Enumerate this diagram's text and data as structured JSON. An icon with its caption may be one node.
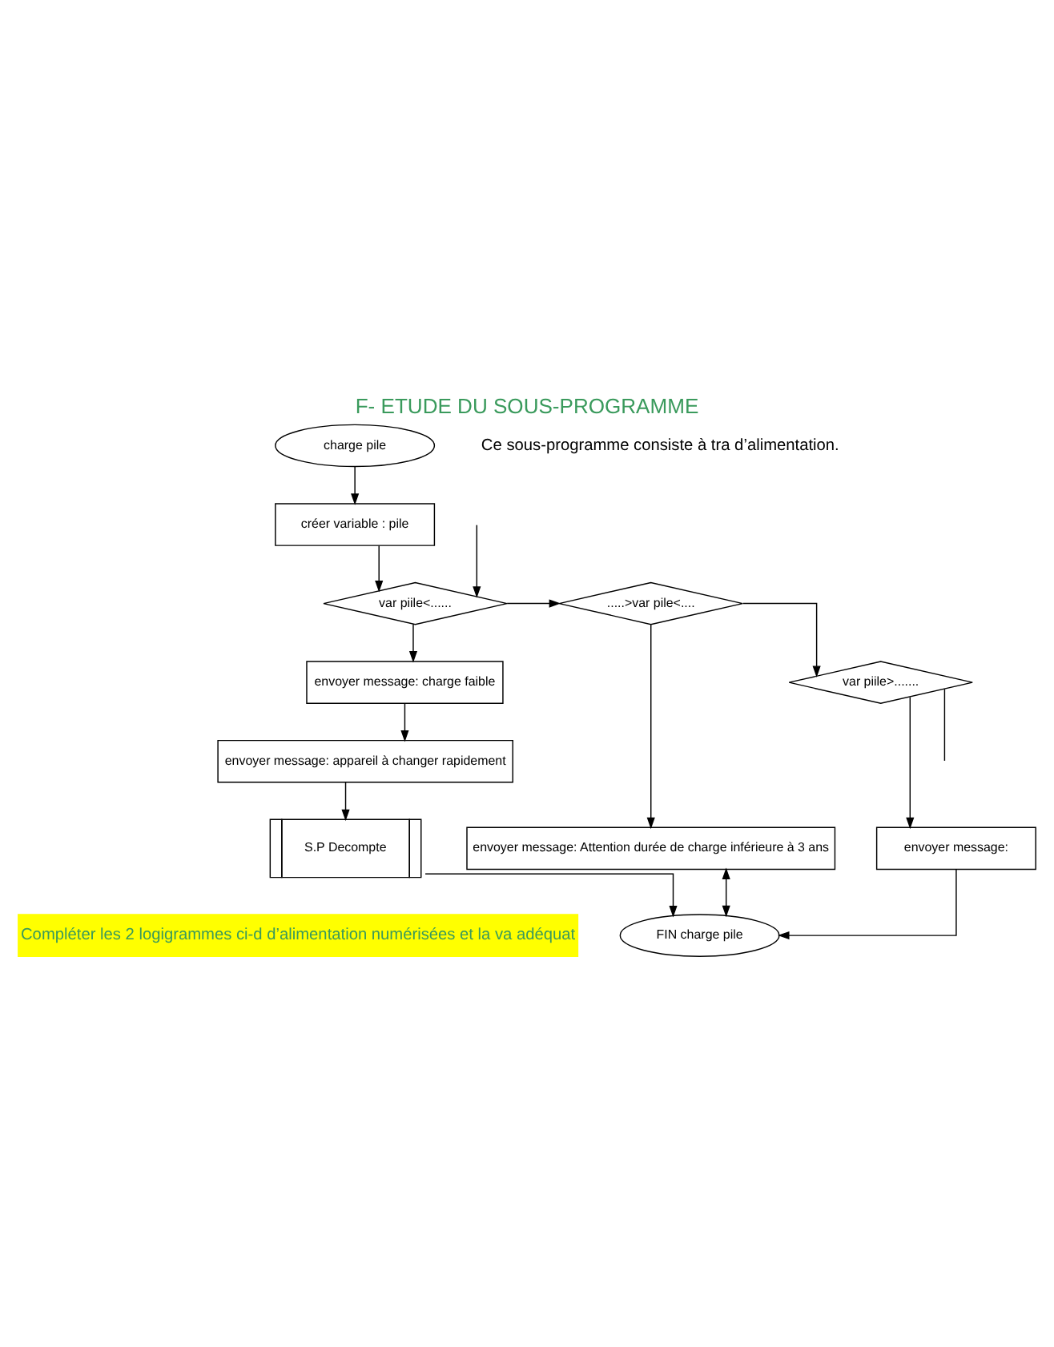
{
  "diagram": {
    "title": "F- ETUDE DU SOUS-PROGRAMME",
    "nodes": [
      {
        "text": [
          "charge pile"
        ]
      },
      {
        "text": [
          "créer variable : pile"
        ]
      },
      {
        "text": [
          "var piile<......"
        ]
      },
      {
        "text": [
          "envoyer message: charge faible"
        ]
      },
      {
        "text": [
          "envoyer message: appareil à changer rapidement"
        ]
      },
      {
        "text": [
          "S.P Decompte"
        ]
      },
      {
        "text": [
          ".....>var pile<...."
        ]
      },
      {
        "text": [
          "envoyer message: Attention durée de charge inférieure à 3 ans"
        ]
      },
      {
        "text": [
          "var piile>......."
        ]
      },
      {
        "text": [
          "envoyer message:"
        ]
      },
      {
        "text": [
          "FIN charge pile"
        ]
      }
    ],
    "edges": [
      {
        "from": 0,
        "to": 1,
        "arrow": "to"
      },
      {
        "from": 1,
        "to": 2,
        "arrow": "to"
      },
      {
        "from": null,
        "to": 2,
        "arrow": "to"
      },
      {
        "from": 2,
        "to": 3,
        "arrow": "to"
      },
      {
        "from": 2,
        "to": 6,
        "arrow": "to"
      },
      {
        "from": 3,
        "to": 4,
        "arrow": "to"
      },
      {
        "from": 4,
        "to": 5,
        "arrow": "to"
      },
      {
        "from": 6,
        "to": 7,
        "arrow": "to"
      },
      {
        "from": 6,
        "to": 8,
        "arrow": "to"
      },
      {
        "from": 8,
        "to": 9,
        "arrow": "to"
      },
      {
        "from": 8,
        "to": null,
        "arrow": "none"
      },
      {
        "from": 5,
        "to": 10,
        "arrow": "to"
      },
      {
        "from": 9,
        "to": 10,
        "arrow": "to"
      },
      {
        "from": 7,
        "to": 10,
        "arrow": "both"
      }
    ],
    "labels": [
      "Ce sous-programme consiste à tra d’alimentation.",
      "Compléter les 2 logigrammes ci-d d’alimentation numérisées et la va adéquat"
    ]
  }
}
